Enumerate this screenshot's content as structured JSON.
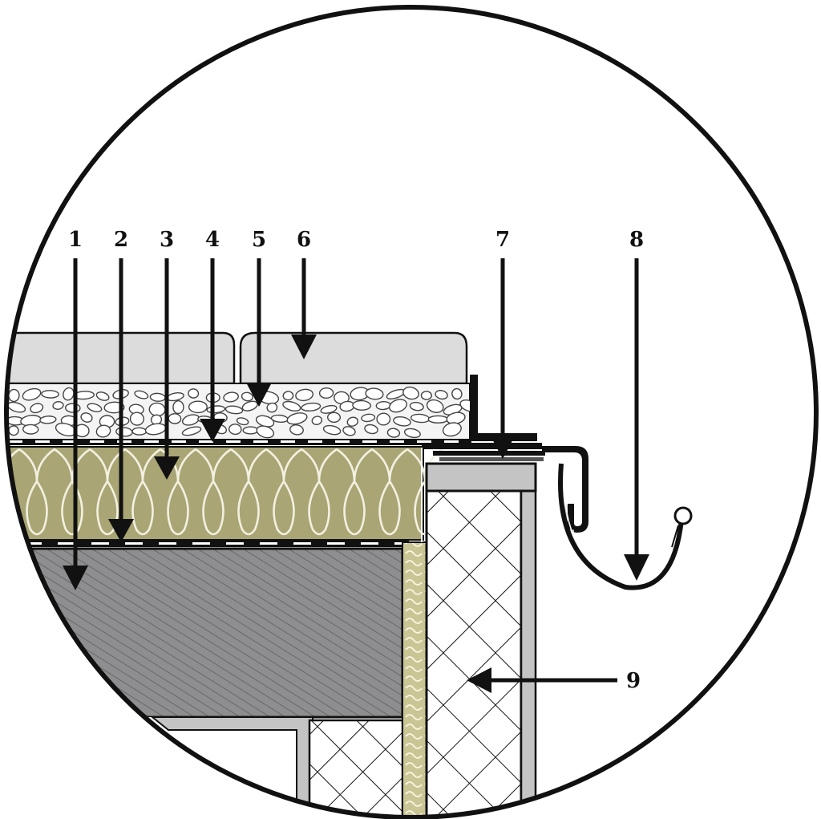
{
  "diagram": {
    "callouts": [
      {
        "id": "1",
        "label": "1"
      },
      {
        "id": "2",
        "label": "2"
      },
      {
        "id": "3",
        "label": "3"
      },
      {
        "id": "4",
        "label": "4"
      },
      {
        "id": "5",
        "label": "5"
      },
      {
        "id": "6",
        "label": "6"
      },
      {
        "id": "7",
        "label": "7"
      },
      {
        "id": "8",
        "label": "8"
      },
      {
        "id": "9",
        "label": "9"
      }
    ],
    "colors": {
      "concrete": "#8e8e90",
      "insulation": "#a9a574",
      "insulation_outline": "#f2f0e0",
      "paver": "#dcdcdc",
      "gravel": "#f4f4f4",
      "outline": "#111111",
      "light_gray": "#c4c4c4",
      "crosshatch_fill": "#ffffff"
    }
  }
}
